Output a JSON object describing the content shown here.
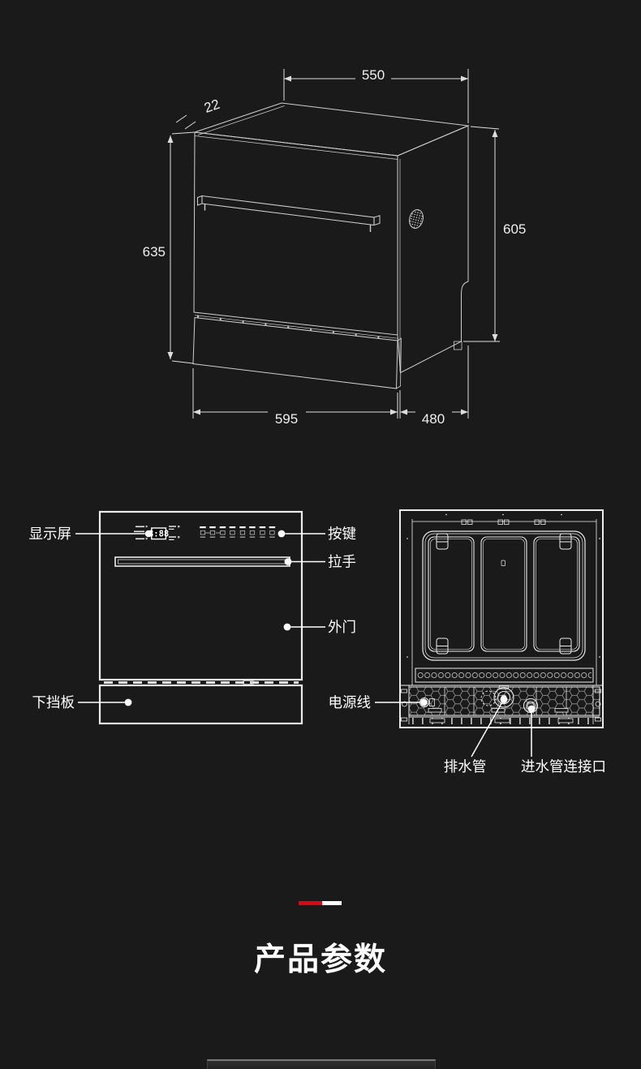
{
  "page": {
    "background": "#1a1a1a",
    "line_color": "#e3e3e3",
    "accent_red": "#e60012",
    "accent_white": "#ffffff"
  },
  "iso_diagram": {
    "dim_top_width": "550",
    "dim_edge_thickness": "22",
    "dim_front_height": "635",
    "dim_rear_height": "605",
    "dim_front_width": "595",
    "dim_depth": "480"
  },
  "front_view": {
    "display_value": "8:88",
    "label_display": "显示屏",
    "label_buttons": "按键",
    "label_handle": "拉手",
    "label_outer_door": "外门",
    "label_bottom_panel": "下挡板"
  },
  "rear_view": {
    "label_power_cord": "电源线",
    "label_drain_pipe": "排水管",
    "label_water_inlet": "进水管连接口"
  },
  "section": {
    "title": "产品参数"
  }
}
